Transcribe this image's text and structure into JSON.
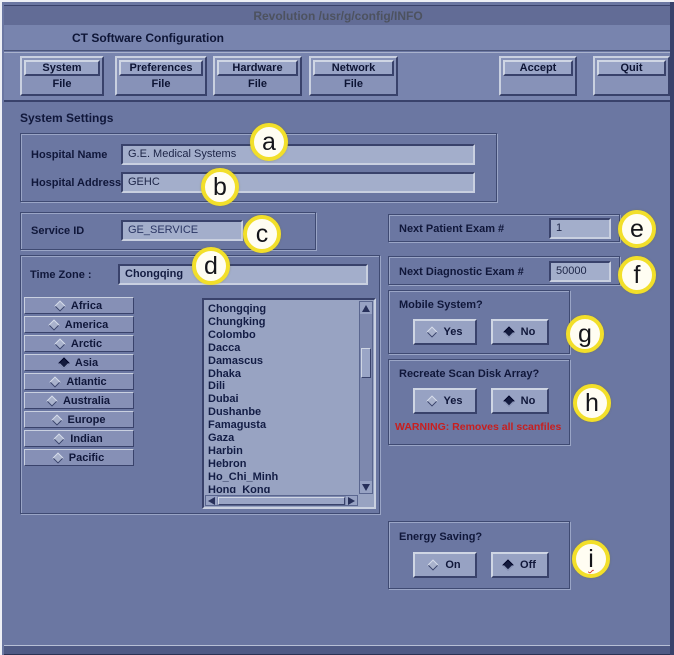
{
  "window": {
    "title": "Revolution /usr/g/config/INFO",
    "menu_label": "CT Software Configuration"
  },
  "toolbar": {
    "groups": [
      {
        "label": "System",
        "sub": "File"
      },
      {
        "label": "Preferences",
        "sub": "File"
      },
      {
        "label": "Hardware",
        "sub": "File"
      },
      {
        "label": "Network",
        "sub": "File"
      }
    ],
    "accept_label": "Accept",
    "quit_label": "Quit"
  },
  "page": {
    "section_title": "System Settings"
  },
  "hospital": {
    "name_label": "Hospital Name",
    "name_value": "G.E. Medical Systems",
    "address_label": "Hospital Address",
    "address_value": "GEHC"
  },
  "service": {
    "label": "Service ID",
    "value": "GE_SERVICE"
  },
  "timezone": {
    "label": "Time Zone :",
    "value": "Chongqing",
    "selected_region": "Asia",
    "regions": [
      {
        "label": "Africa"
      },
      {
        "label": "America"
      },
      {
        "label": "Arctic"
      },
      {
        "label": "Asia"
      },
      {
        "label": "Atlantic"
      },
      {
        "label": "Australia"
      },
      {
        "label": "Europe"
      },
      {
        "label": "Indian"
      },
      {
        "label": "Pacific"
      }
    ],
    "cities": [
      "Chongqing",
      "Chungking",
      "Colombo",
      "Dacca",
      "Damascus",
      "Dhaka",
      "Dili",
      "Dubai",
      "Dushanbe",
      "Famagusta",
      "Gaza",
      "Harbin",
      "Hebron",
      "Ho_Chi_Minh",
      "Hong_Kong"
    ]
  },
  "exam": {
    "next_patient_label": "Next Patient Exam #",
    "next_patient_value": "1",
    "next_diagnostic_label": "Next Diagnostic Exam #",
    "next_diagnostic_value": "50000"
  },
  "mobile": {
    "label": "Mobile System?",
    "yes_label": "Yes",
    "no_label": "No",
    "selected": "No"
  },
  "recreate": {
    "label": "Recreate Scan Disk Array?",
    "yes_label": "Yes",
    "no_label": "No",
    "selected": "No",
    "warning": "WARNING: Removes all scanfiles"
  },
  "energy": {
    "label": "Energy Saving?",
    "on_label": "On",
    "off_label": "Off",
    "selected": "Off"
  },
  "annotations": [
    {
      "letter": "a"
    },
    {
      "letter": "b"
    },
    {
      "letter": "c"
    },
    {
      "letter": "d"
    },
    {
      "letter": "e"
    },
    {
      "letter": "f"
    },
    {
      "letter": "g"
    },
    {
      "letter": "h"
    },
    {
      "letter": "i"
    }
  ],
  "colors": {
    "background": "#6b77a2",
    "titlebar": "#626c96",
    "panel": "#7884ae",
    "field": "#a3aecb",
    "warning_red": "#c81e1e",
    "badge_yellow": "#f2df2a"
  }
}
